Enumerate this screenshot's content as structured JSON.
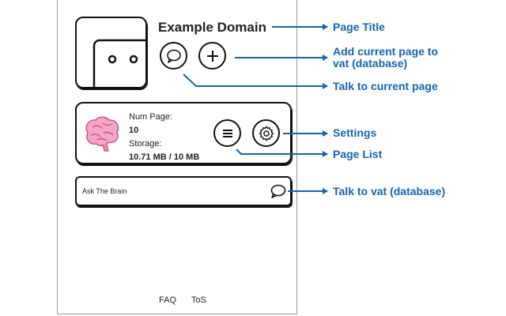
{
  "popup": {
    "page_title": "Example Domain",
    "stats": {
      "num_page_label": "Num Page:",
      "num_page_value": "10",
      "storage_label": "Storage:",
      "storage_value": "10.71 MB / 10 MB"
    },
    "ask_label": "Ask The Brain",
    "footer": {
      "faq": "FAQ",
      "tos": "ToS"
    }
  },
  "annotations": {
    "page_title": "Page Title",
    "add_current_page": [
      "Add current page to",
      "vat (database)"
    ],
    "talk_to_page": "Talk to current page",
    "settings": "Settings",
    "page_list": "Page List",
    "talk_to_vat": "Talk to vat (database)"
  },
  "icons": {
    "chat": "chat-bubble-icon",
    "add": "plus-icon",
    "list": "list-icon",
    "settings": "gear-icon",
    "brain": "brain-icon",
    "thumbnail": "page-thumbnail"
  },
  "colors": {
    "annotation": "#1464b4",
    "border": "#111111",
    "brain": "#f3a6c5"
  }
}
